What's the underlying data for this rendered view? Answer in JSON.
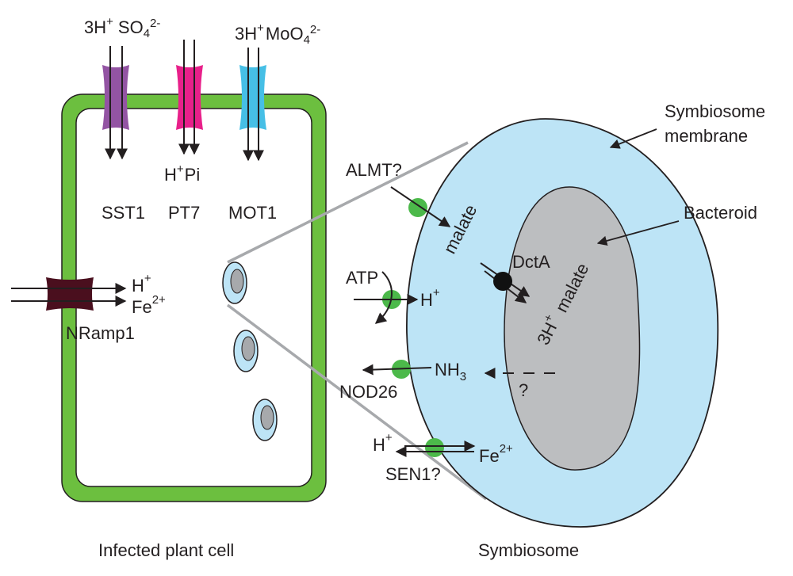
{
  "colors": {
    "cell_wall": "#6cbf3f",
    "cell_wall_stroke": "#231f20",
    "sst1": "#9354a3",
    "pt7": "#e8208a",
    "mot1": "#46bfe6",
    "nramp1": "#4a0f1e",
    "symbiosome_fill": "#bde4f6",
    "bacteroid_fill": "#bcbec0",
    "transporter_dot": "#4cb94a",
    "dcta_dot": "#111111",
    "zoom_lines": "#a7a9ac",
    "arrows": "#231f20"
  },
  "plant_cell": {
    "sst1": {
      "label": "SST1",
      "in_coef": "3H",
      "in_charge": "+",
      "in_ion": "SO",
      "in_sub": "4",
      "in_sup": "2-"
    },
    "pt7": {
      "label": "PT7",
      "out_ion": "H",
      "out_sup": "+",
      "out_pi": "Pi"
    },
    "mot1": {
      "label": "MOT1",
      "in_coef": "3H",
      "in_charge": "+",
      "in_ion": "MoO",
      "in_sub": "4",
      "in_sup": "2-"
    },
    "nramp1": {
      "label": "NRamp1",
      "h": "H",
      "h_sup": "+",
      "fe": "Fe",
      "fe_sup": "2+"
    },
    "caption": "Infected plant cell"
  },
  "symbiosome": {
    "membrane_label_line1": "Symbiosome",
    "membrane_label_line2": "membrane",
    "bacteroid_label": "Bacteroid",
    "almt": "ALMT?",
    "malate_outer": "malate",
    "atp": "ATP",
    "h_pump": "H",
    "h_pump_sup": "+",
    "dcta": "DctA",
    "malate_inner": "malate",
    "h3": "3H",
    "h3_sup": "+",
    "nod26": "NOD26",
    "nh3": "NH",
    "nh3_sub": "3",
    "question": "?",
    "sen1": "SEN1?",
    "sen1_h": "H",
    "sen1_h_sup": "+",
    "sen1_fe": "Fe",
    "sen1_fe_sup": "2+",
    "caption": "Symbiosome"
  }
}
